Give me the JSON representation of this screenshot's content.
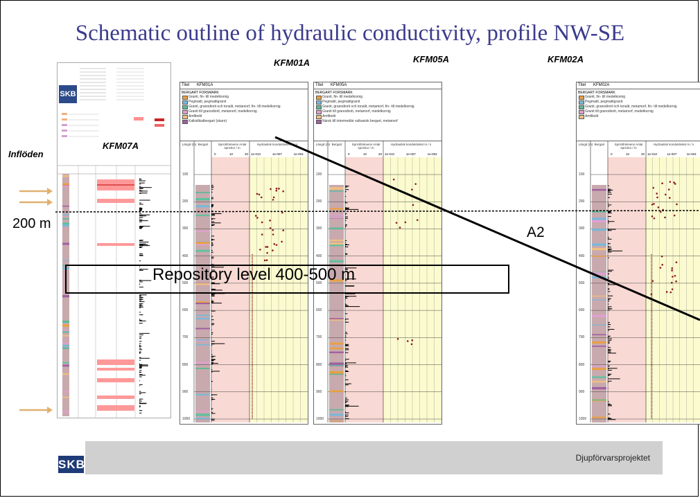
{
  "slide": {
    "title": "Schematic outline of hydraulic conductivity, profile NW-SE",
    "boreholes": [
      "KFM07A",
      "KFM01A",
      "KFM05A",
      "KFM02A"
    ],
    "inflow_label": "Inflöden",
    "depth_label": "200 m",
    "line_label": "A2",
    "repository_label": "Repository level 400-500 m",
    "footer_text": "Djupförvarsprojektet",
    "logo_text": "SKB"
  },
  "sheets": {
    "kfm01a": {
      "titel_label": "Titel",
      "titel_value": "KFM01A",
      "bergart": "BERGART  FORSMARK",
      "legend": [
        "Granit, fin- till medelkornig",
        "Pegmatit, pegmatitgranit",
        "Granit, granodiorit och tonalit, metamorf, fin- till medelkornig",
        "Granit till granodiorit, metamorf, medelkornig",
        "Amfibolit",
        "Kalksilikatbergart (skarn)"
      ],
      "col_headers": [
        "Längd (m)",
        "Bergart",
        "Sprickfrekvens Antal sprickor / m",
        "Hydraulisk konduktivitet m / s"
      ]
    },
    "kfm05a": {
      "titel_label": "Titel",
      "titel_value": "KFM05A",
      "bergart": "BERGART  FORSMARK",
      "legend": [
        "Granit, fin- till medelkornig",
        "Pegmatit, pegmatitgranit",
        "Granit, granodiorit och tonalit, metamorf, fin- till medelkornig",
        "Granit till granodiorit, metamorf, medelkornig",
        "Amfibolit",
        "Närsk till intermediär vulkanisk bergart, metamorf"
      ],
      "col_headers": [
        "Längd (m)",
        "Bergart",
        "Sprickfrekvens Antal sprickor / m",
        "Hydraulisk konduktivitet m / s"
      ]
    },
    "kfm02a": {
      "titel_label": "Titel",
      "titel_value": "KFM02A",
      "bergart": "BERGART  FORSMARK",
      "legend": [
        "Granit, fin- till medelkornig",
        "Pegmatit, pegmatitgranit",
        "Granit, granodiorit och tonalit, metamorf, fin- till medelkornig",
        "Granit till granodiorit, metamorf, medelkornig",
        "Amfibolit"
      ],
      "col_headers": [
        "Längd (m)",
        "Bergart",
        "Sprickfrekvens Antal sprickor / m",
        "Hydraulisk konduktivitet m / s"
      ]
    }
  },
  "depth_ticks": [
    "100",
    "200",
    "300",
    "400",
    "500",
    "600",
    "700",
    "800",
    "900",
    "1000"
  ],
  "frac_ticks": [
    "0",
    "10",
    "20"
  ],
  "k_ticks": [
    "1e-010",
    "1e-007",
    "1e-004"
  ],
  "colors": {
    "title": "#3b3b8c",
    "arrow": "#e0b070",
    "rock_base": "#c8a9ad",
    "fracture_bg": "#f9d9d4",
    "k_bg": "#fbfbcf",
    "k_point": "#8b1a1a",
    "inflow_band": "#ff9999",
    "footer": "#d0d0d0",
    "logo": "#1f3a78"
  }
}
